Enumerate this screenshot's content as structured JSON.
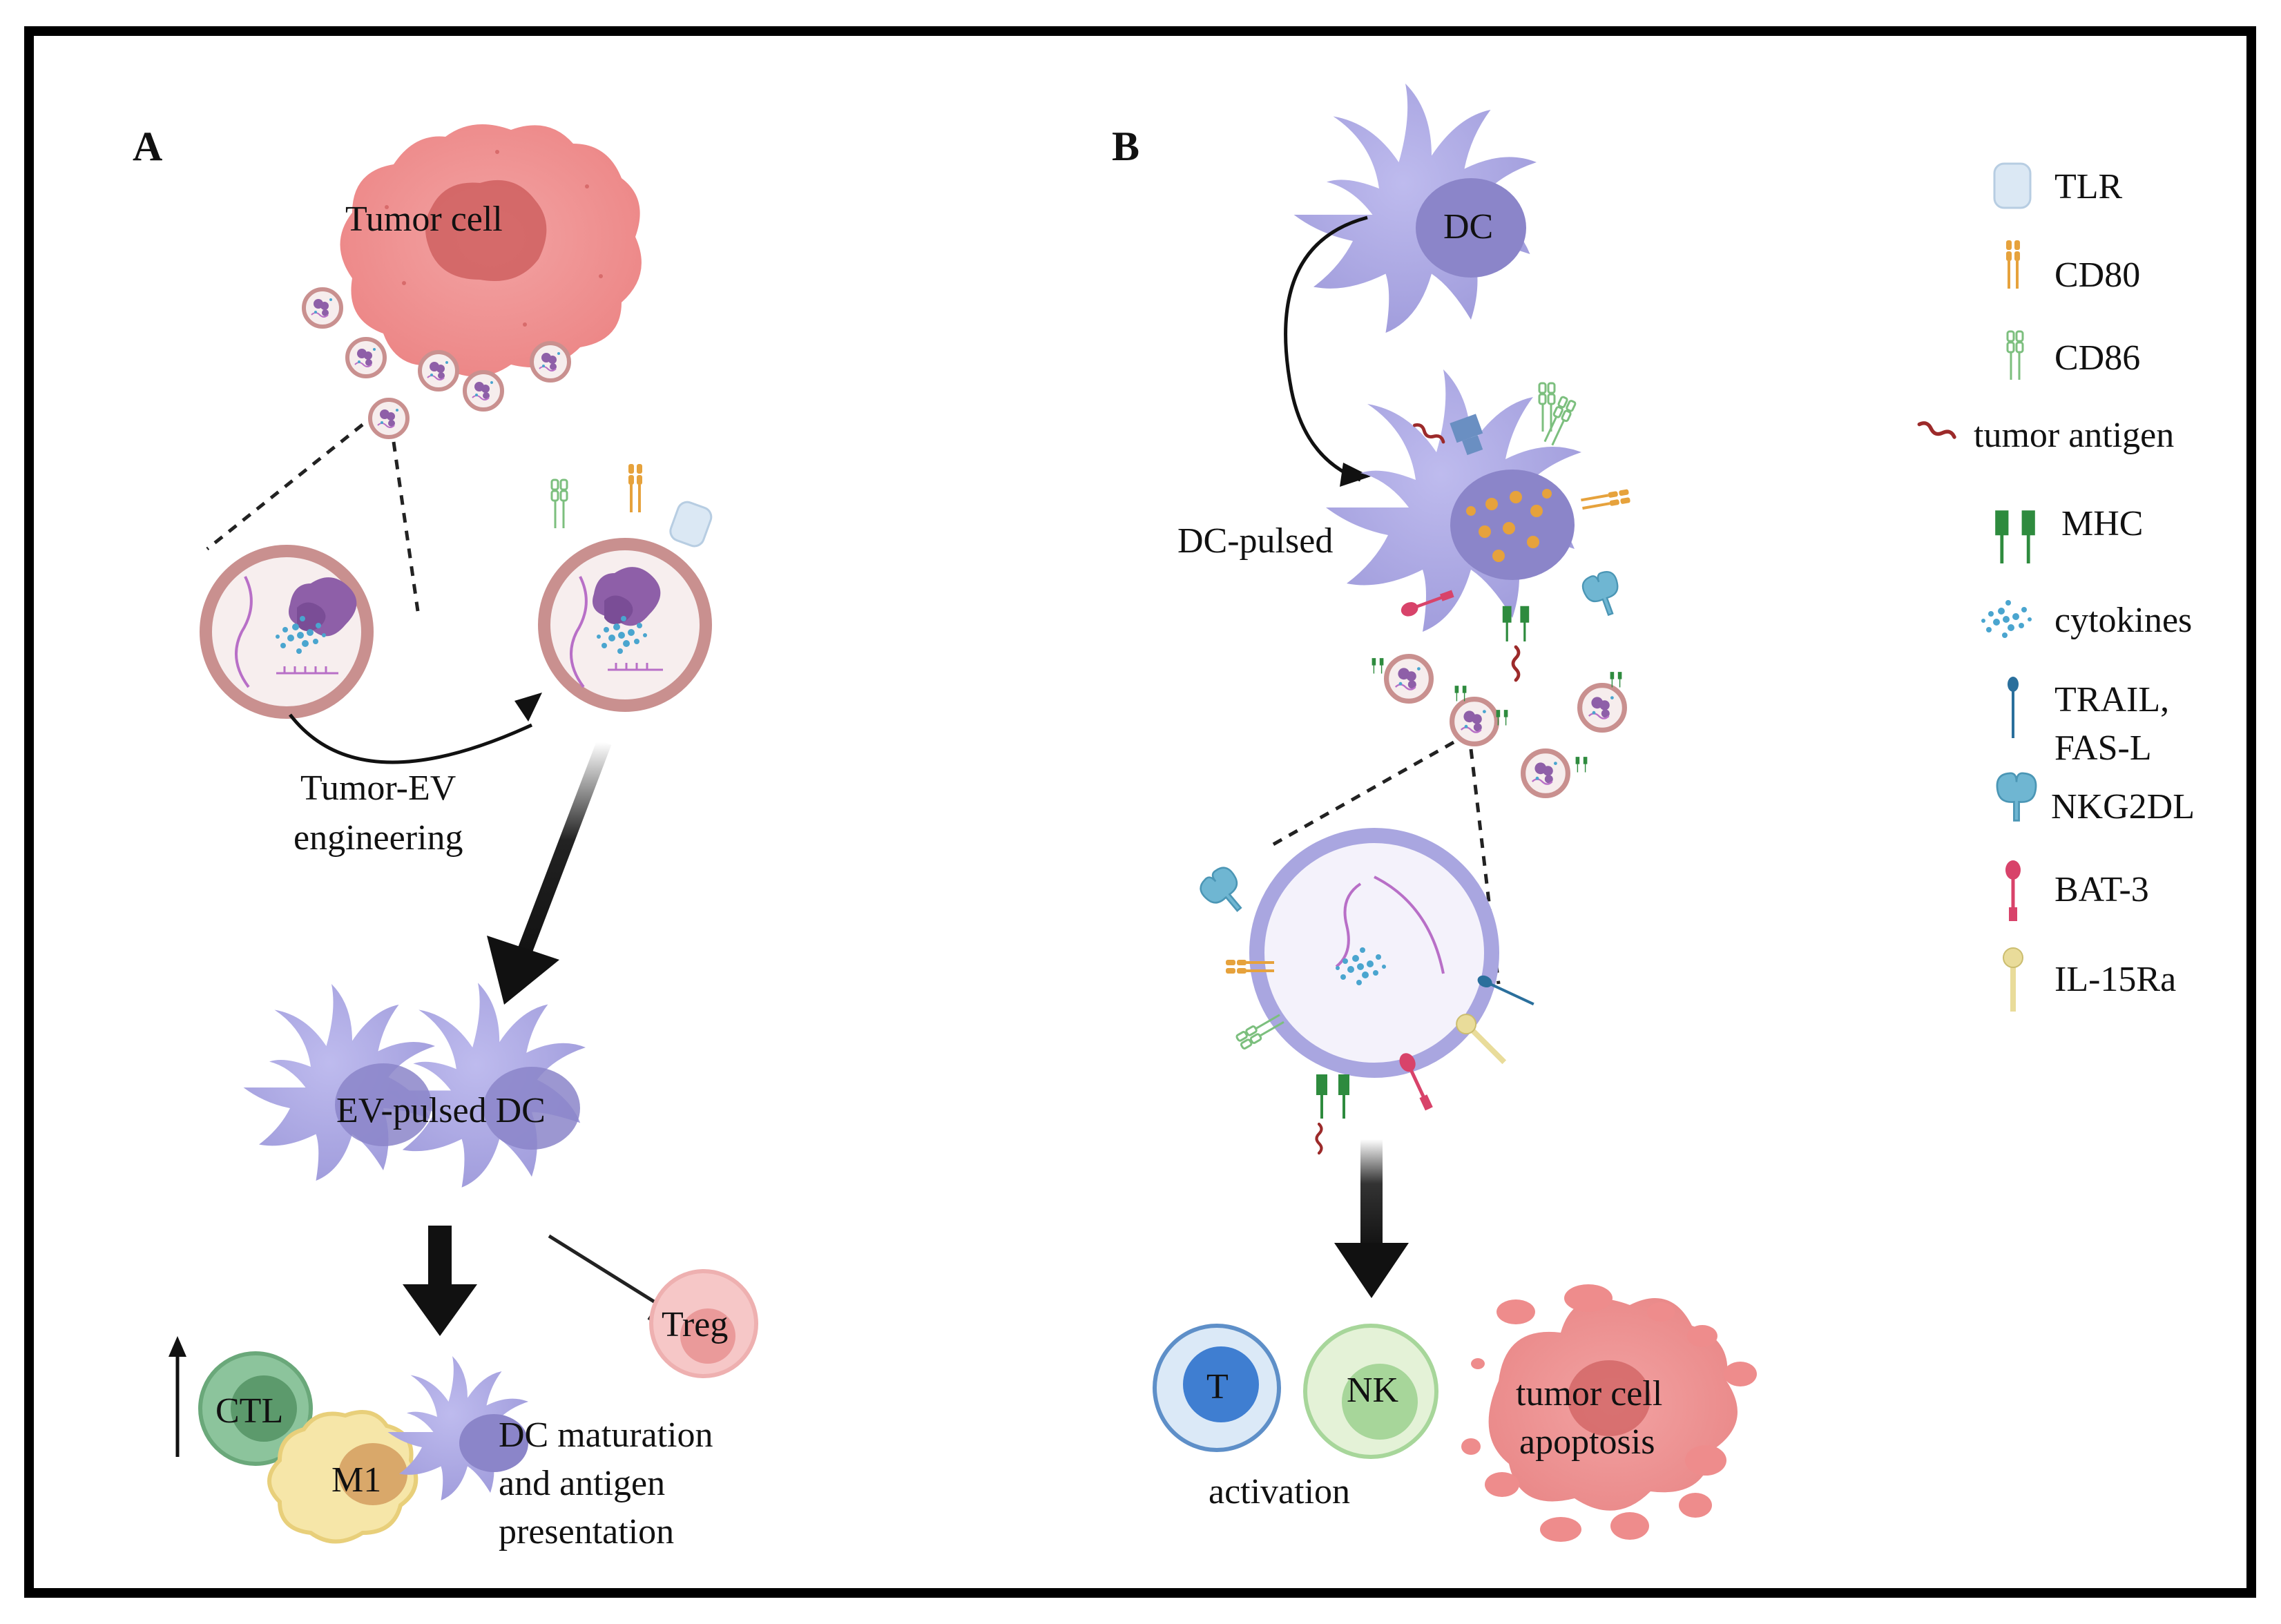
{
  "panels": {
    "a": {
      "letter": "A",
      "tumor_cell": "Tumor cell",
      "engineering_l1": "Tumor-EV",
      "engineering_l2": "engineering",
      "ev_pulsed_dc": "EV-pulsed DC",
      "treg": "Treg",
      "ctl": "CTL",
      "m1": "M1",
      "maturation_l1": "DC maturation",
      "maturation_l2": "and antigen",
      "maturation_l3": "presentation"
    },
    "b": {
      "letter": "B",
      "dc": "DC",
      "dc_pulsed": "DC-pulsed",
      "t": "T",
      "nk": "NK",
      "activation": "activation",
      "apoptosis_l1": "tumor cell",
      "apoptosis_l2": "apoptosis"
    }
  },
  "legend": [
    {
      "key": "tlr",
      "label": "TLR",
      "icon": "tlr-icon"
    },
    {
      "key": "cd80",
      "label": "CD80",
      "icon": "cd80-icon"
    },
    {
      "key": "cd86",
      "label": "CD86",
      "icon": "cd86-icon"
    },
    {
      "key": "tumor_antigen",
      "label": "tumor antigen",
      "icon": "tumor-antigen-icon"
    },
    {
      "key": "mhc",
      "label": "MHC",
      "icon": "mhc-icon"
    },
    {
      "key": "cytokines",
      "label": "cytokines",
      "icon": "cytokines-icon"
    },
    {
      "key": "trail",
      "label": "TRAIL,",
      "label2": "FAS-L",
      "icon": "trail-icon"
    },
    {
      "key": "nkg2dl",
      "label": "NKG2DL",
      "icon": "nkg2dl-icon"
    },
    {
      "key": "bat3",
      "label": "BAT-3",
      "icon": "bat3-icon"
    },
    {
      "key": "il15ra",
      "label": "IL-15Ra",
      "icon": "il15ra-icon"
    }
  ],
  "colors": {
    "frame": "#000000",
    "tumor": "#ee8c8c",
    "tumor_dark": "#cd5c5c",
    "dc": "#a9a6e0",
    "dc_dark": "#8b85c9",
    "ev_ring": "#c9908f",
    "ev_fill": "#f5ecec",
    "protein": "#8e5fa8",
    "rna": "#b86fc7",
    "cytokine": "#4aa5cf",
    "cd80": "#e6a23c",
    "cd86": "#9ad19b",
    "tlr": "#dbe8f4",
    "mhc": "#2e8b3e",
    "antigen": "#9c2a2a",
    "trail": "#2a6f9c",
    "nkg2dl": "#6fb6d2",
    "bat3": "#d8436a",
    "il15ra": "#e9dc9a",
    "ctl": "#6aa87a",
    "m1": "#f1dc92",
    "treg": "#f1b5b5",
    "t_cell": "#3f7ed1",
    "nk_cell": "#a7d69a"
  }
}
